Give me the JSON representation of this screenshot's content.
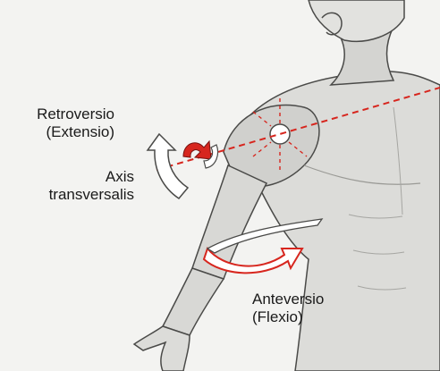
{
  "labels": {
    "retroversio_line1": "Retroversio",
    "retroversio_line2": "(Extensio)",
    "axis_line1": "Axis",
    "axis_line2": "transversalis",
    "anteversio_line1": "Anteversio",
    "anteversio_line2": "(Flexio)"
  },
  "colors": {
    "background": "#f3f3f1",
    "skin_fill": "#dcdcd9",
    "skin_shade": "#b9b9b5",
    "outline": "#4a4a48",
    "axis_red": "#d7261e",
    "arrow_fill": "#ffffff"
  }
}
